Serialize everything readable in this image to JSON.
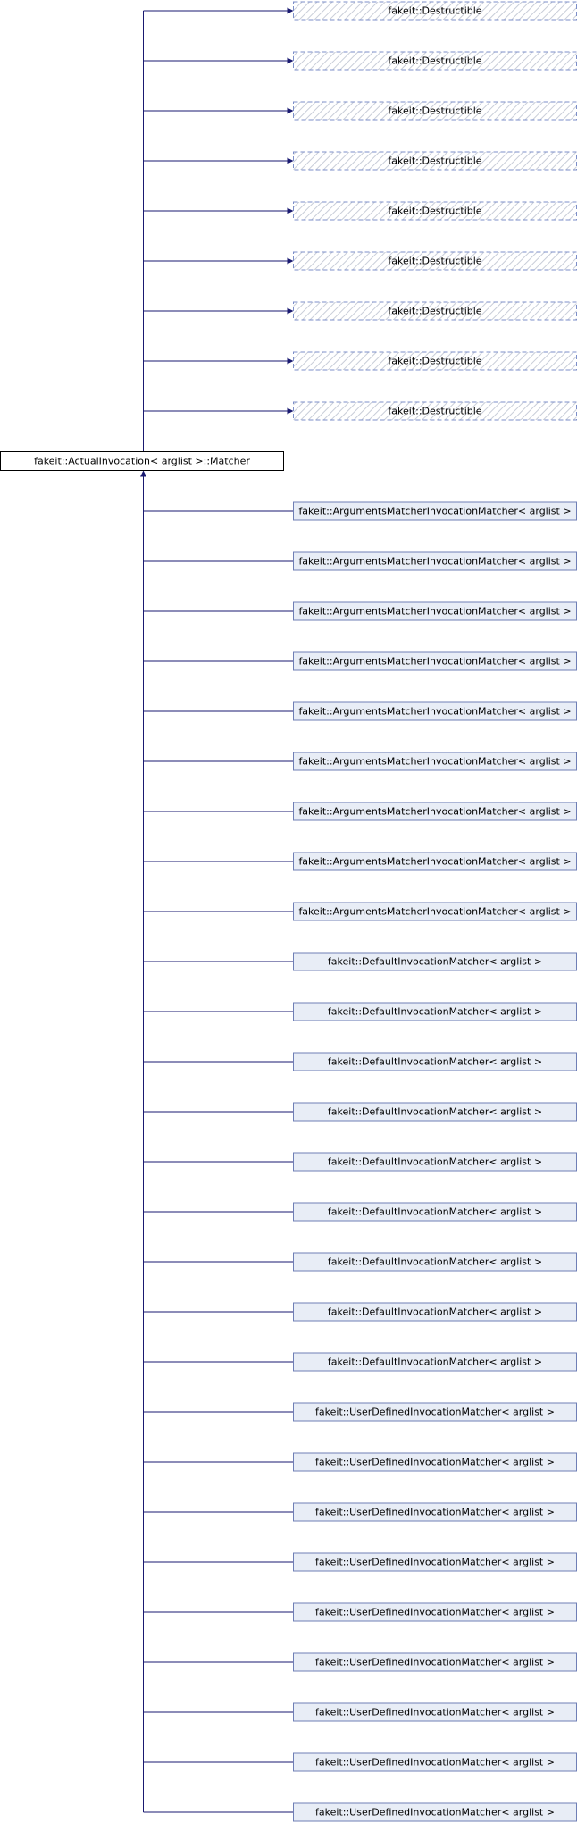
{
  "diagram": {
    "center": {
      "label": "fakeit::ActualInvocation< arglist >::Matcher"
    },
    "bases": [
      {
        "label": "fakeit::Destructible"
      },
      {
        "label": "fakeit::Destructible"
      },
      {
        "label": "fakeit::Destructible"
      },
      {
        "label": "fakeit::Destructible"
      },
      {
        "label": "fakeit::Destructible"
      },
      {
        "label": "fakeit::Destructible"
      },
      {
        "label": "fakeit::Destructible"
      },
      {
        "label": "fakeit::Destructible"
      },
      {
        "label": "fakeit::Destructible"
      }
    ],
    "derived": [
      {
        "label": "fakeit::ArgumentsMatcherInvocationMatcher< arglist >"
      },
      {
        "label": "fakeit::ArgumentsMatcherInvocationMatcher< arglist >"
      },
      {
        "label": "fakeit::ArgumentsMatcherInvocationMatcher< arglist >"
      },
      {
        "label": "fakeit::ArgumentsMatcherInvocationMatcher< arglist >"
      },
      {
        "label": "fakeit::ArgumentsMatcherInvocationMatcher< arglist >"
      },
      {
        "label": "fakeit::ArgumentsMatcherInvocationMatcher< arglist >"
      },
      {
        "label": "fakeit::ArgumentsMatcherInvocationMatcher< arglist >"
      },
      {
        "label": "fakeit::ArgumentsMatcherInvocationMatcher< arglist >"
      },
      {
        "label": "fakeit::ArgumentsMatcherInvocationMatcher< arglist >"
      },
      {
        "label": "fakeit::DefaultInvocationMatcher< arglist >"
      },
      {
        "label": "fakeit::DefaultInvocationMatcher< arglist >"
      },
      {
        "label": "fakeit::DefaultInvocationMatcher< arglist >"
      },
      {
        "label": "fakeit::DefaultInvocationMatcher< arglist >"
      },
      {
        "label": "fakeit::DefaultInvocationMatcher< arglist >"
      },
      {
        "label": "fakeit::DefaultInvocationMatcher< arglist >"
      },
      {
        "label": "fakeit::DefaultInvocationMatcher< arglist >"
      },
      {
        "label": "fakeit::DefaultInvocationMatcher< arglist >"
      },
      {
        "label": "fakeit::DefaultInvocationMatcher< arglist >"
      },
      {
        "label": "fakeit::UserDefinedInvocationMatcher< arglist >"
      },
      {
        "label": "fakeit::UserDefinedInvocationMatcher< arglist >"
      },
      {
        "label": "fakeit::UserDefinedInvocationMatcher< arglist >"
      },
      {
        "label": "fakeit::UserDefinedInvocationMatcher< arglist >"
      },
      {
        "label": "fakeit::UserDefinedInvocationMatcher< arglist >"
      },
      {
        "label": "fakeit::UserDefinedInvocationMatcher< arglist >"
      },
      {
        "label": "fakeit::UserDefinedInvocationMatcher< arglist >"
      },
      {
        "label": "fakeit::UserDefinedInvocationMatcher< arglist >"
      },
      {
        "label": "fakeit::UserDefinedInvocationMatcher< arglist >"
      }
    ],
    "colors": {
      "edge": "#191970",
      "node_border": "#6f7fb6",
      "node_fill": "#e8edf6",
      "base_border": "#7d8fc9",
      "base_hatch": "#c8cdd8",
      "center_border": "#000000",
      "center_fill": "#ffffff"
    }
  }
}
